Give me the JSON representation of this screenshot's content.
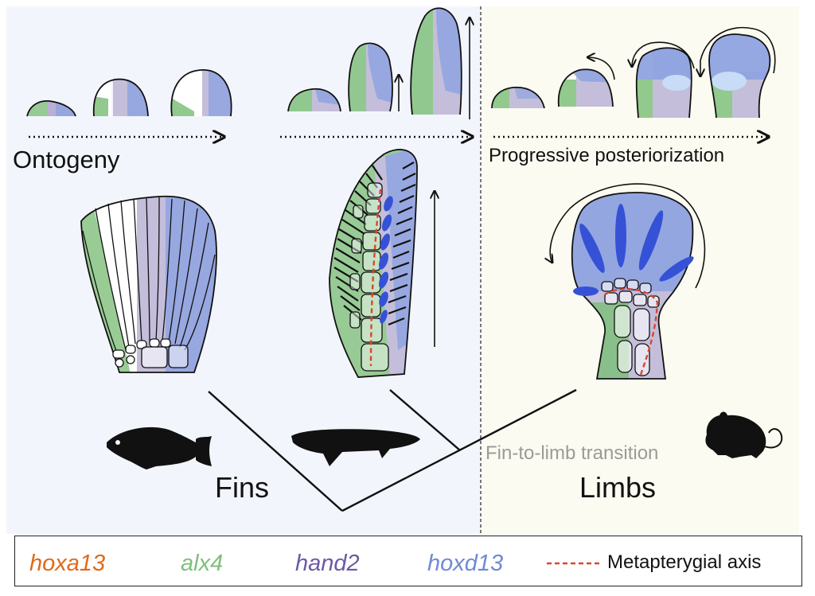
{
  "labels": {
    "ontogeny": "Ontogeny",
    "progressive_posteriorization": "Progressive posteriorization",
    "fins": "Fins",
    "limbs": "Limbs",
    "fin_to_limb_transition": "Fin-to-limb transition"
  },
  "legend": {
    "hoxa13": "hoxa13",
    "alx4": "alx4",
    "hand2": "hand2",
    "hoxd13": "hoxd13",
    "axis": "Metapterygial axis"
  },
  "colors": {
    "hoxa13": "#e06a1b",
    "alx4": "#7fbf7b",
    "hand2": "#6e59a3",
    "hoxd13": "#6f8ad6",
    "axis": "#d9462c",
    "panel_fins": "#f3f5fd",
    "panel_limbs": "#fbfbf1"
  },
  "icons": [
    "cichlid-fish-silhouette",
    "lungfish-silhouette",
    "mouse-silhouette",
    "curved-arrow-icon"
  ]
}
